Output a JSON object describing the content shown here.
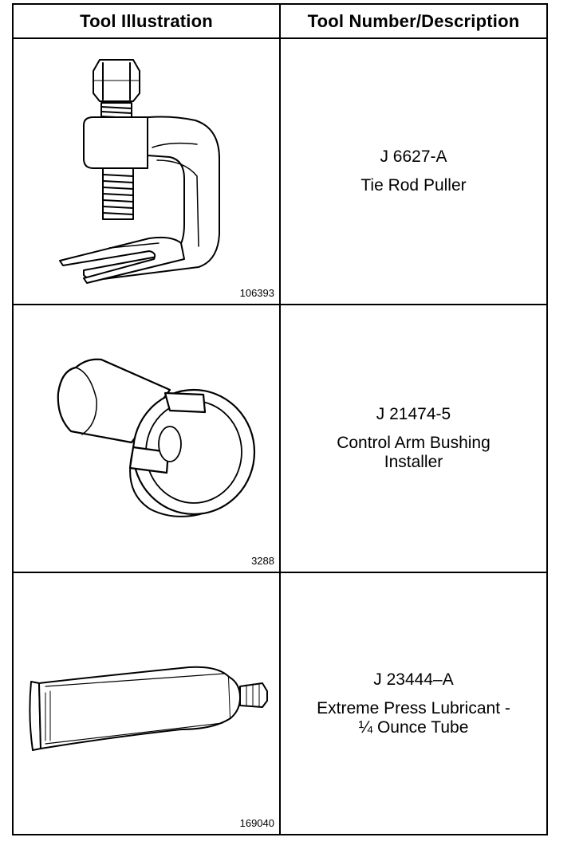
{
  "header": {
    "illustration_label": "Tool Illustration",
    "description_label": "Tool Number/Description"
  },
  "tools": [
    {
      "icon": "tie-rod-puller-icon",
      "figure_number": "106393",
      "tool_number": "J 6627-A",
      "description_lines": [
        "Tie Rod Puller"
      ]
    },
    {
      "icon": "bushing-installer-icon",
      "figure_number": "3288",
      "tool_number": "J 21474-5",
      "description_lines": [
        "Control Arm Bushing",
        "Installer"
      ]
    },
    {
      "icon": "lubricant-tube-icon",
      "figure_number": "169040",
      "tool_number": "J 23444–A",
      "description_lines": [
        "Extreme Press Lubricant -",
        "¼ Ounce Tube"
      ]
    }
  ]
}
